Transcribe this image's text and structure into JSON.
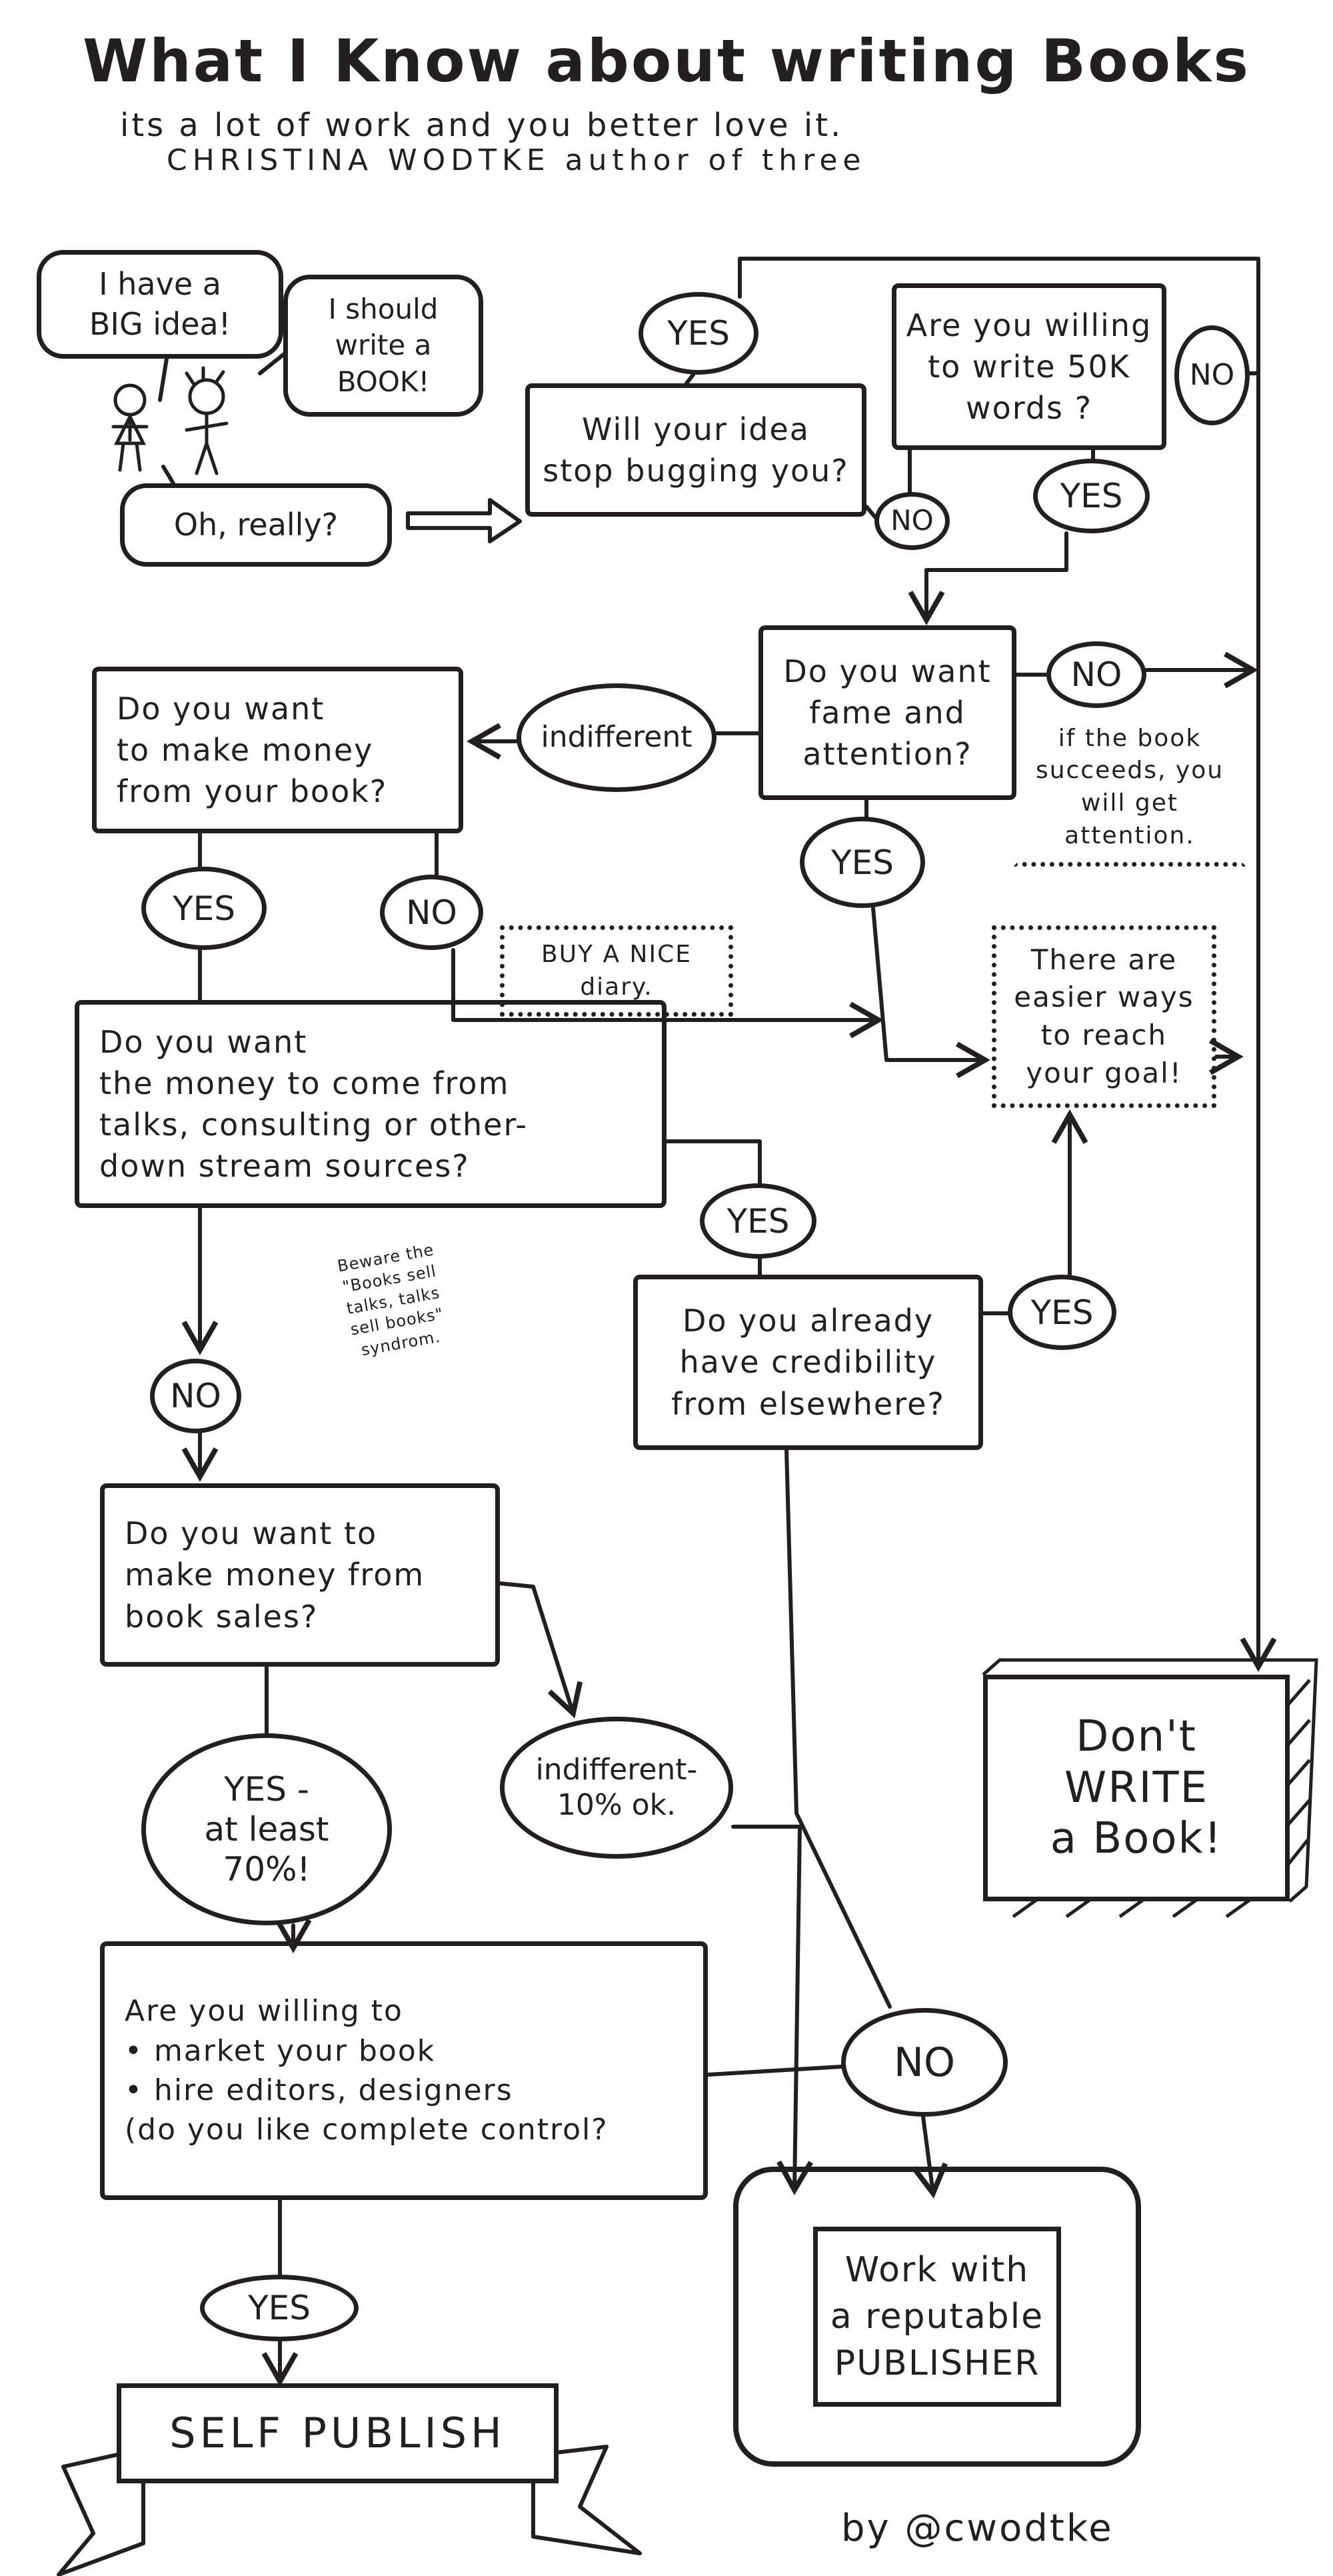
{
  "header": {
    "title": "What I Know about writing Books",
    "subtitle": "its a lot of work and you better love it.",
    "author": "CHRISTINA WODTKE author of three"
  },
  "nodes": {
    "big_idea": "I have a\nBIG idea!",
    "should_write": "I should\nwrite a\nBOOK!",
    "oh_really": "Oh, really?",
    "idea_bugging": "Will your idea\nstop bugging you?",
    "yes_bugging": "YES",
    "no_bugging": "NO",
    "write_50k": "Are you willing\nto write 50K\nwords ?",
    "no_50k": "NO",
    "yes_50k": "YES",
    "fame": "Do you want\nfame and\nattention?",
    "no_fame": "NO",
    "fame_note": "if the book\nsucceeds, you\nwill get\nattention.",
    "indifferent_fame": "indifferent",
    "yes_fame": "YES",
    "money_book": "Do you want\nto make money\nfrom your book?",
    "yes_money": "YES",
    "no_money": "NO",
    "diary": "BUY A NICE\ndiary.",
    "easier": "There are\neasier ways\nto reach\nyour goal!",
    "talks": "Do you want\nthe money to come from\ntalks, consulting or other-\ndown stream sources?",
    "yes_talks": "YES",
    "credibility": "Do you already\nhave credibility\nfrom elsewhere?",
    "yes_credibility": "YES",
    "beware": "Beware the\n\"Books sell\ntalks, talks\nsell books\"\nsyndrom.",
    "no_talks": "NO",
    "book_sales": "Do you want to\nmake money from\nbook sales?",
    "yes_70": "YES -\nat least\n70%!",
    "indifferent_10": "indifferent-\n10% ok.",
    "dont_write": "Don't\nWRITE\na Book!",
    "willing_market": "Are you willing to\n• market your book\n• hire editors, designers\n(do you like complete control?",
    "no_final": "NO",
    "publisher": "Work with\na reputable\nPUBLISHER",
    "yes_final": "YES",
    "self_publish": "SELF PUBLISH"
  },
  "footer": {
    "credit": "by @cwodtke"
  }
}
